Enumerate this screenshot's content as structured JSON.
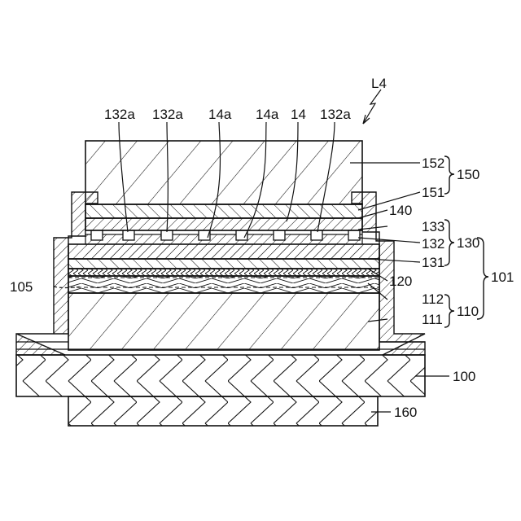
{
  "figure": {
    "figure_label": "L4",
    "top_labels": {
      "a1": "132a",
      "a2": "132a",
      "b1": "14a",
      "b2": "14a",
      "c": "14",
      "a3": "132a"
    },
    "right_labels": {
      "l152": "152",
      "l151": "151",
      "l140": "140",
      "l133": "133",
      "l132": "132",
      "l131": "131",
      "l120": "120",
      "l112": "112",
      "l111": "111",
      "l100": "100",
      "l160": "160"
    },
    "group_labels": {
      "g150": "150",
      "g130": "130",
      "g110": "110",
      "g101": "101"
    },
    "left_labels": {
      "l105": "105"
    }
  }
}
